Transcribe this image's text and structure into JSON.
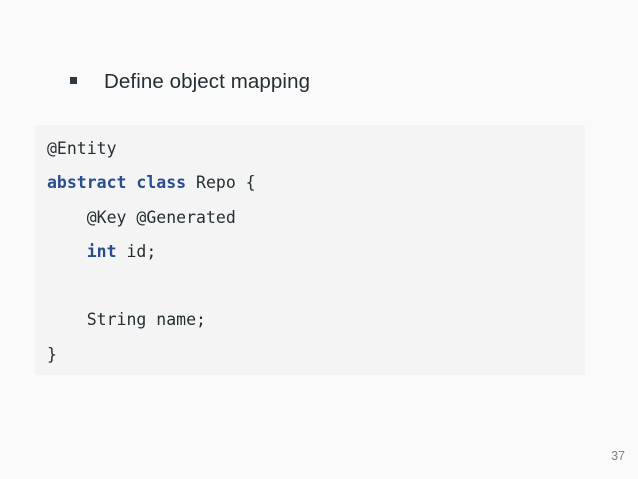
{
  "slide": {
    "bullets": [
      {
        "marker": "square-bullet",
        "text": "Define object mapping"
      }
    ],
    "code_block": {
      "language": "java",
      "background_color": "#f4f4f5",
      "keyword_color": "#2a4d8f",
      "text_color": "#232f33",
      "lines": [
        {
          "indent": "",
          "tokens": [
            {
              "t": "@Entity",
              "k": false
            }
          ]
        },
        {
          "indent": "",
          "tokens": [
            {
              "t": "abstract class",
              "k": true
            },
            {
              "t": " Repo {",
              "k": false
            }
          ]
        },
        {
          "indent": "    ",
          "tokens": [
            {
              "t": "@Key @Generated",
              "k": false
            }
          ]
        },
        {
          "indent": "    ",
          "tokens": [
            {
              "t": "int",
              "k": true
            },
            {
              "t": " id;",
              "k": false
            }
          ]
        },
        {
          "indent": "",
          "tokens": []
        },
        {
          "indent": "    ",
          "tokens": [
            {
              "t": "String name;",
              "k": false
            }
          ]
        },
        {
          "indent": "",
          "tokens": [
            {
              "t": "}",
              "k": false
            }
          ]
        }
      ]
    },
    "page_number": "37"
  }
}
